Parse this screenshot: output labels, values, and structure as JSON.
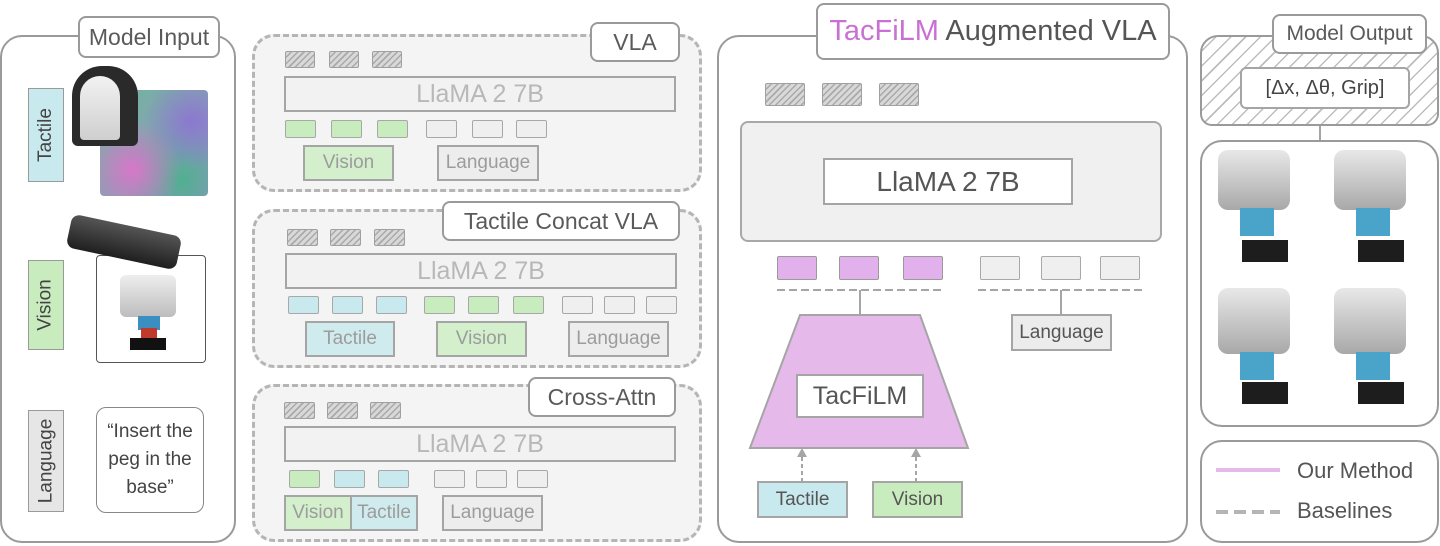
{
  "input": {
    "title": "Model Input",
    "tactile_label": "Tactile",
    "vision_label": "Vision",
    "language_label": "Language",
    "instruction": "“Insert the peg in the base”"
  },
  "baselines": {
    "vla": {
      "title": "VLA",
      "llm": "LlaMA 2 7B",
      "vision": "Vision",
      "language": "Language"
    },
    "concat": {
      "title": "Tactile Concat VLA",
      "llm": "LlaMA 2 7B",
      "tactile": "Tactile",
      "vision": "Vision",
      "language": "Language"
    },
    "cross": {
      "title": "Cross-Attn",
      "llm": "LlaMA 2 7B",
      "vision": "Vision",
      "tactile": "Tactile",
      "language": "Language"
    }
  },
  "main": {
    "title_highlight": "TacFiLM",
    "title_rest": " Augmented VLA",
    "llm": "LlaMA 2 7B",
    "module": "TacFiLM",
    "tactile": "Tactile",
    "vision": "Vision",
    "language": "Language"
  },
  "output": {
    "title": "Model Output",
    "action_text": "[Δx, Δθ, Grip]"
  },
  "legend": {
    "ours": "Our Method",
    "baselines": "Baselines"
  },
  "colors": {
    "tacfilm": "#c970d4",
    "tacfilm_fill": "#e5b9ea",
    "vision": "#c9ecbf",
    "tactile": "#c8e9ee",
    "language": "#efefef"
  }
}
